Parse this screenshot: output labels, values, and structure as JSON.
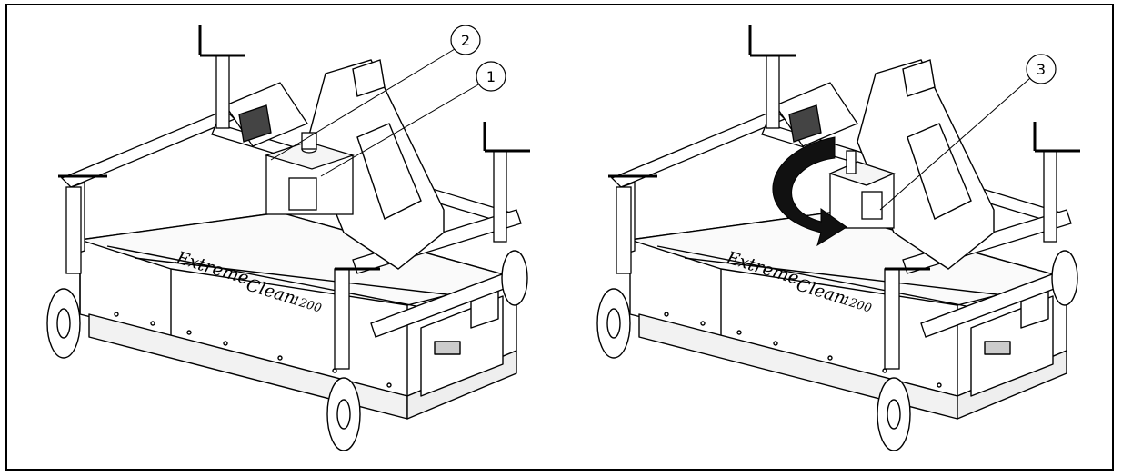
{
  "figure": {
    "brand_main": "Extreme",
    "brand_sub": "Clean",
    "brand_model": "1200",
    "callouts": {
      "left_first": "2",
      "left_second": "1",
      "right_first": "3"
    },
    "colors": {
      "line": "#000000",
      "background": "#ffffff",
      "arrow": "#111111"
    }
  }
}
